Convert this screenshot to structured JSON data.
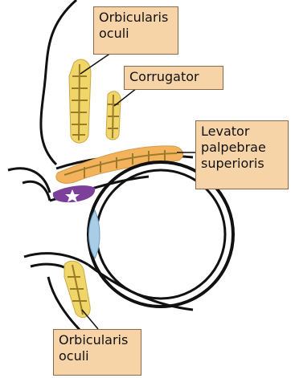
{
  "labels": {
    "orbicularis_top": {
      "line1": "Orbicularis",
      "line2": "oculi"
    },
    "corrugator": {
      "line1": "Corrugator"
    },
    "levator": {
      "line1": "Levator",
      "line2": "palpebrae",
      "line3": "superioris"
    },
    "orbicularis_bottom": {
      "line1": "Orbicularis",
      "line2": "oculi"
    }
  },
  "colors": {
    "muscle_yellow": "#f0d569",
    "muscle_orange": "#f2b35c",
    "fiber": "#9a7b2a",
    "fat_pad": "#7c3f9a",
    "cornea": "#a9cde6",
    "outline": "#111111",
    "label_fill": "#f7d3a8"
  },
  "icons": {
    "fat_pad_marker": "star-icon"
  }
}
